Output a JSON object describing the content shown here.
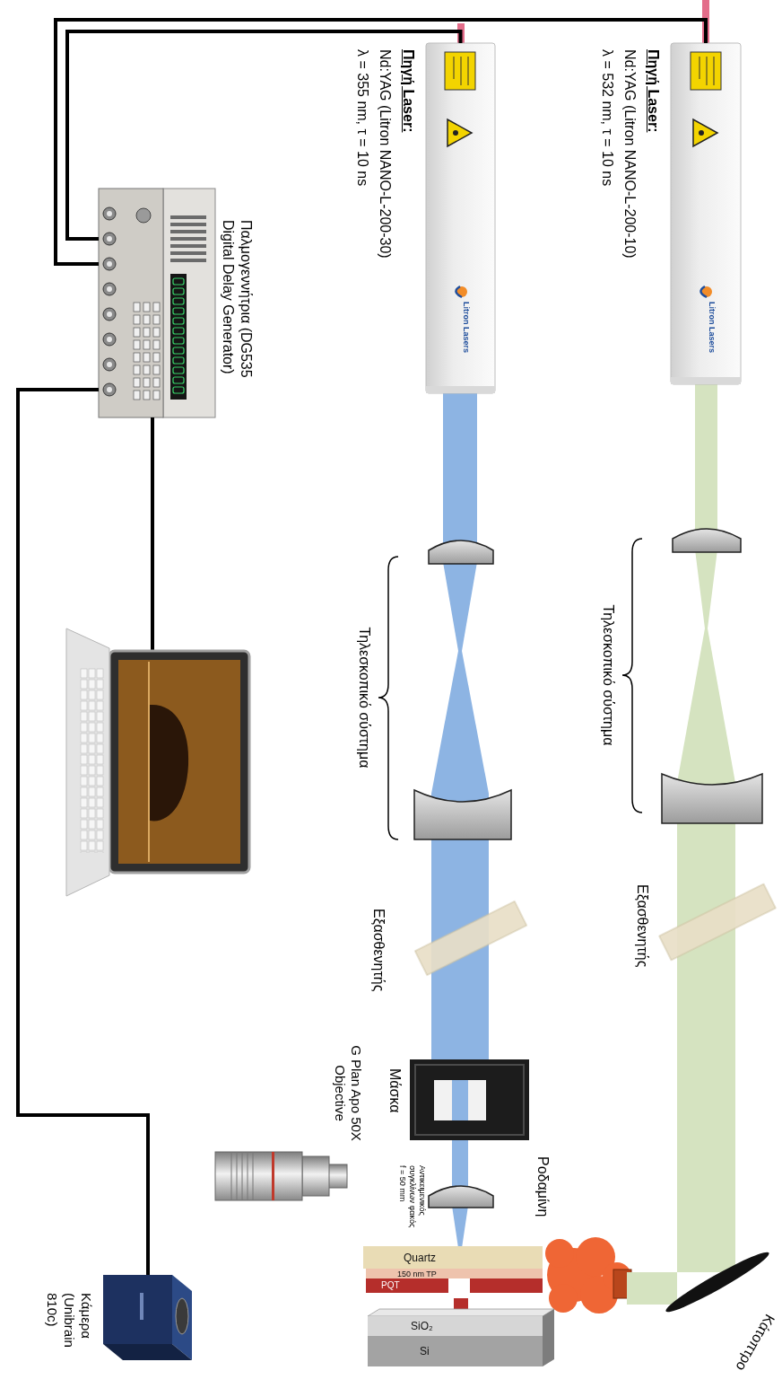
{
  "diagram": {
    "nodes": [
      {
        "text": [
          "Πηγή Laser:",
          "Nd:YAG (Litron NANO-L-200-10)",
          "λ = 532 nm, τ = 10 ns",
          "Litron Lasers"
        ]
      },
      {
        "text": [
          "Πηγή Laser:",
          "Nd:YAG (Litron NANO-L-200-30)",
          "λ = 355 nm, τ = 10 ns",
          "Litron Lasers"
        ]
      },
      {
        "text": [
          "Παλμογεννήτρια (DG535 Digital Delay Generator)"
        ]
      },
      {
        "text": [
          "Κάμερα (Unibrain 810c)"
        ]
      },
      {
        "text": [
          "Quartz"
        ]
      },
      {
        "text": [
          "150 nm TP"
        ]
      },
      {
        "text": [
          "PQT"
        ]
      },
      {
        "text": [
          "SiO₂"
        ]
      },
      {
        "text": [
          "Si"
        ]
      }
    ],
    "edges": [
      {
        "from": 2,
        "to": 0,
        "arrow": "none"
      },
      {
        "from": 2,
        "to": 1,
        "arrow": "none"
      },
      {
        "from": 2,
        "to": 3,
        "arrow": "none"
      }
    ],
    "labels": [
      "Τηλεσκοπικό σύστημα",
      "Εξασθενητής",
      "Τηλεσκοπικό σύστημα",
      "Εξασθενητής",
      "Μάσκα",
      "Αντικειμενικός συγκλίνων φακός",
      "f = 50 mm",
      "Ροδαμίνη",
      "Κάτοπτρο",
      "G Plan Apo 50X Objective"
    ]
  }
}
